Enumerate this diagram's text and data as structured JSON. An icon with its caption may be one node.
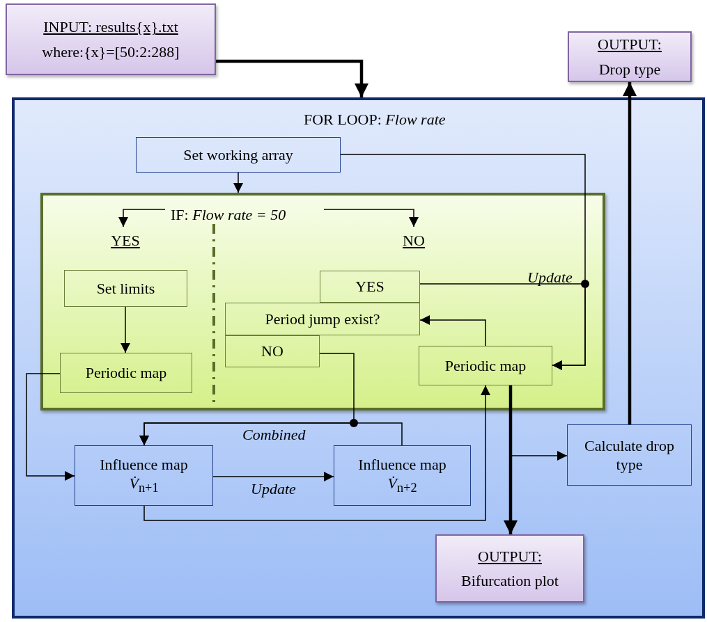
{
  "diagram": {
    "nodes": [
      {
        "text": [
          "INPUT: results{x}.txt",
          "where:{x}=[50:2:288]"
        ]
      },
      {
        "text": [
          "OUTPUT:",
          "Drop type"
        ]
      },
      {
        "text": [
          "FOR LOOP: *Flow rate*"
        ]
      },
      {
        "text": [
          "Set working array"
        ],
        "in": 2
      },
      {
        "text": [
          "IF: *Flow rate = 50*"
        ],
        "in": 2
      },
      {
        "text": [
          "YES"
        ],
        "in": 4
      },
      {
        "text": [
          "NO"
        ],
        "in": 4
      },
      {
        "text": [
          "Set limits"
        ],
        "in": 4
      },
      {
        "text": [
          "Periodic map"
        ],
        "in": 4
      },
      {
        "text": [
          "YES"
        ],
        "in": 4
      },
      {
        "text": [
          "Period jump exist?"
        ],
        "in": 4
      },
      {
        "text": [
          "NO"
        ],
        "in": 4
      },
      {
        "text": [
          "Periodic map"
        ],
        "in": 4
      },
      {
        "text": [
          "Influence map",
          "*V̇*$_{n+1}$"
        ],
        "in": 2
      },
      {
        "text": [
          "Influence map",
          "*V̇*$_{n+2}$"
        ],
        "in": 2
      },
      {
        "text": [
          "Calculate drop type"
        ],
        "in": 2
      },
      {
        "text": [
          "OUTPUT:",
          "Bifurcation plot"
        ],
        "in": 2
      }
    ],
    "edges": [
      {
        "from": 0,
        "to": 2,
        "arrow": "to",
        "style": "thick"
      },
      {
        "from": 3,
        "to": 4,
        "arrow": "to"
      },
      {
        "from": 3,
        "to": 12,
        "arrow": "to"
      },
      {
        "from": 4,
        "to": 5,
        "arrow": "to"
      },
      {
        "from": 4,
        "to": 6,
        "arrow": "to"
      },
      {
        "from": 7,
        "to": 8,
        "arrow": "to"
      },
      {
        "from": 8,
        "to": 13,
        "arrow": "to"
      },
      {
        "from": 9,
        "to": 12,
        "arrow": "to",
        "label": "Update"
      },
      {
        "from": 12,
        "to": 10,
        "arrow": "to"
      },
      {
        "from": 11,
        "to": 13,
        "arrow": "to"
      },
      {
        "from": 14,
        "to": 13,
        "arrow": "to",
        "label": "Combined"
      },
      {
        "from": 13,
        "to": 14,
        "arrow": "to",
        "label": "Update"
      },
      {
        "from": 13,
        "to": 12,
        "arrow": "to"
      },
      {
        "from": 12,
        "to": 16,
        "arrow": "to",
        "style": "thick"
      },
      {
        "from": 12,
        "to": 15,
        "arrow": "to"
      },
      {
        "from": 15,
        "to": 1,
        "arrow": "to",
        "style": "thick"
      }
    ]
  }
}
